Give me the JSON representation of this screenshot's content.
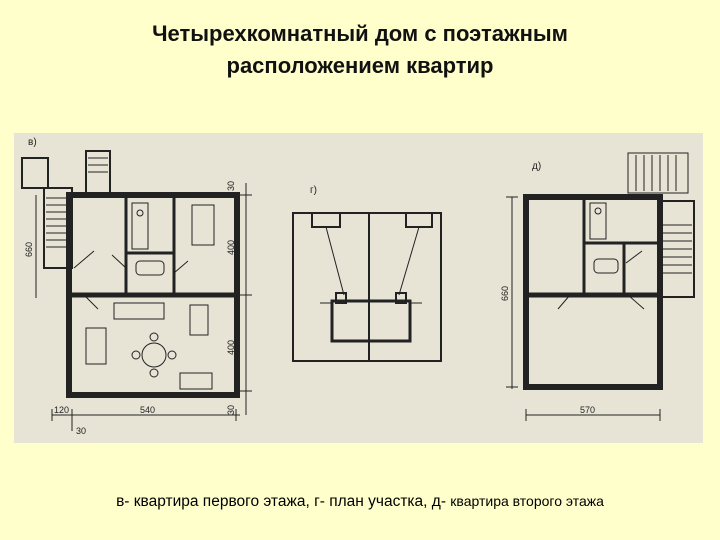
{
  "title": {
    "line1": "Четырехкомнатный дом с поэтажным",
    "line2": "расположением квартир"
  },
  "plan_labels": {
    "v": "в)",
    "g": "г)",
    "d": "д)"
  },
  "dimensions": {
    "left_height": "660",
    "top_30": "30",
    "upper_400": "400",
    "lower_400": "400",
    "bottom_30": "30",
    "width_120": "120",
    "width_540": "540",
    "below_30": "30",
    "right_height": "660",
    "right_width": "570"
  },
  "caption": {
    "main": "в- квартира первого этажа, г- план участка, д-",
    "tail": "квартира второго этажа"
  },
  "colors": {
    "background": "#ffffcc",
    "plate": "#e7e4d6",
    "ink": "#222222"
  }
}
